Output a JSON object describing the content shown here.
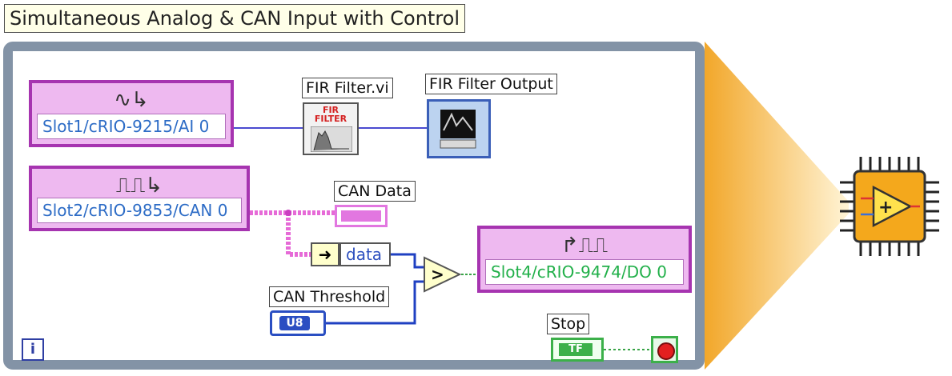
{
  "title": "Simultaneous Analog & CAN Input with Control",
  "nodes": {
    "analog_input": {
      "channel": "Slot1/cRIO-9215/AI 0",
      "icon": "analog-waveform-icon"
    },
    "can_input": {
      "channel": "Slot2/cRIO-9853/CAN 0",
      "icon": "can-frame-icon"
    },
    "digital_output": {
      "channel": "Slot4/cRIO-9474/DO 0",
      "icon": "digital-pulse-icon"
    }
  },
  "labels": {
    "fir_filter_vi": "FIR Filter.vi",
    "fir_filter_output": "FIR Filter Output",
    "can_data": "CAN Data",
    "can_threshold": "CAN Threshold",
    "stop": "Stop"
  },
  "fir_icon_text": {
    "line1": "FIR",
    "line2": "FILTER"
  },
  "unbundle_field": "data",
  "threshold_type": "U8",
  "stop_type": "TF",
  "compare_operator": ">",
  "loop_iteration": "i",
  "colors": {
    "loop_frame": "#8393a6",
    "io_node_border": "#a634b0",
    "io_node_fill": "#eeb9f0",
    "wire_numeric": "#4a4ad0",
    "wire_cluster": "#e66ad7",
    "wire_integer": "#1f40c2",
    "wire_boolean": "#39a447",
    "chip_body": "#f4a81c",
    "beam": "#f2a72a"
  }
}
